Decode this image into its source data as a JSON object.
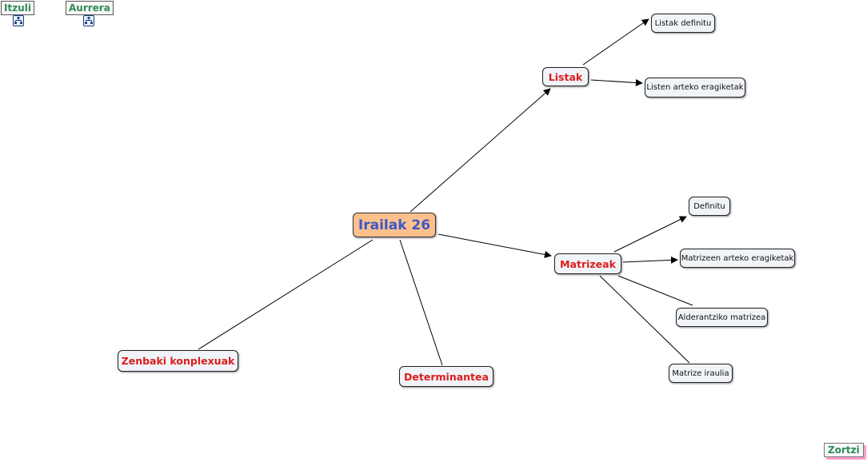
{
  "nav": {
    "back_label": "Itzuli",
    "forward_label": "Aurrera",
    "back_icon": "concept-map-icon",
    "forward_icon": "concept-map-icon",
    "corner_label": "Zortzi"
  },
  "map": {
    "root": "Irailak 26",
    "branches": {
      "listak": "Listak",
      "matrizeak": "Matrizeak",
      "determinantea": "Determinantea",
      "zenbaki": "Zenbaki konplexuak"
    },
    "listak_children": [
      "Listak definitu",
      "Listen arteko eragiketak"
    ],
    "matrizeak_children": [
      "Definitu",
      "Matrizeen arteko eragiketak",
      "Alderantziko matrizea",
      "Matrize iraulia"
    ]
  },
  "colors": {
    "root_fill": "#fcc08c",
    "root_text": "#3c58c8",
    "branch_text": "#dd1c1c",
    "nav_text": "#2e8b57",
    "node_fill": "#f0f4f8"
  }
}
